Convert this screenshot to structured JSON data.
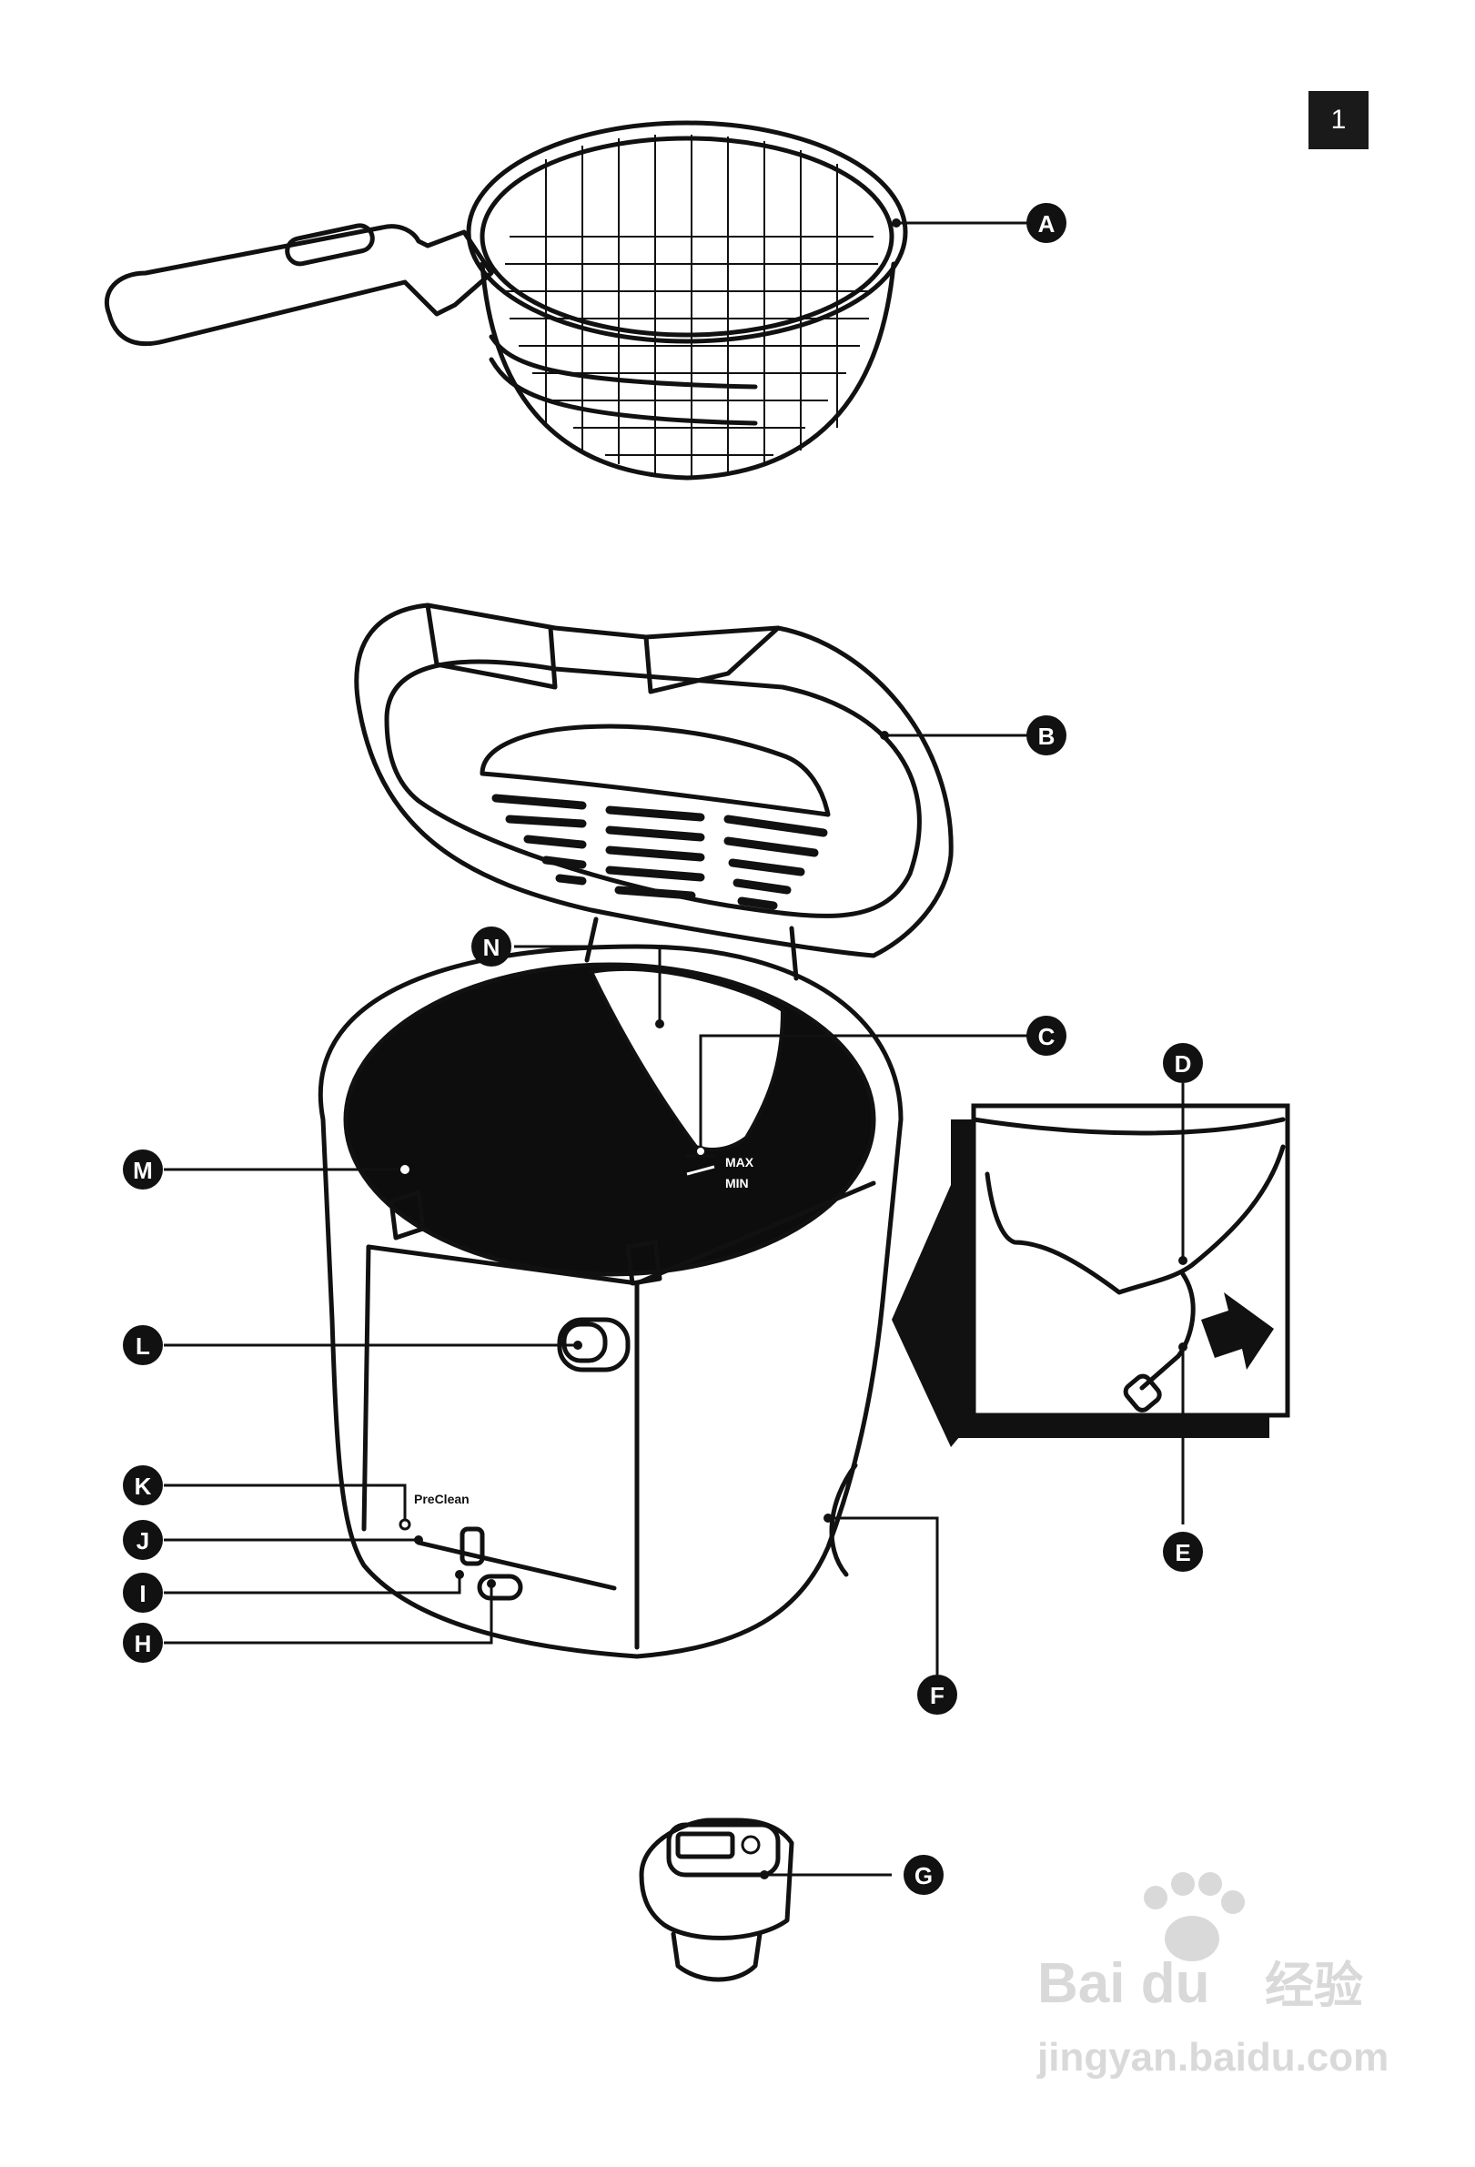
{
  "page_number": "1",
  "callouts": {
    "a": "A",
    "b": "B",
    "c": "C",
    "d": "D",
    "e": "E",
    "f": "F",
    "g": "G",
    "h": "H",
    "i": "I",
    "j": "J",
    "k": "K",
    "l": "L",
    "m": "M",
    "n": "N"
  },
  "appliance_labels": {
    "max": "MAX",
    "min": "MIN",
    "preclean": "PreClean"
  },
  "watermark": {
    "brand": "Bai du",
    "chinese": "经验",
    "url": "jingyan.baidu.com"
  },
  "colors": {
    "ink": "#111111",
    "background": "#ffffff",
    "interior": "#0d0d0d",
    "watermark": "#d9d9d9"
  }
}
